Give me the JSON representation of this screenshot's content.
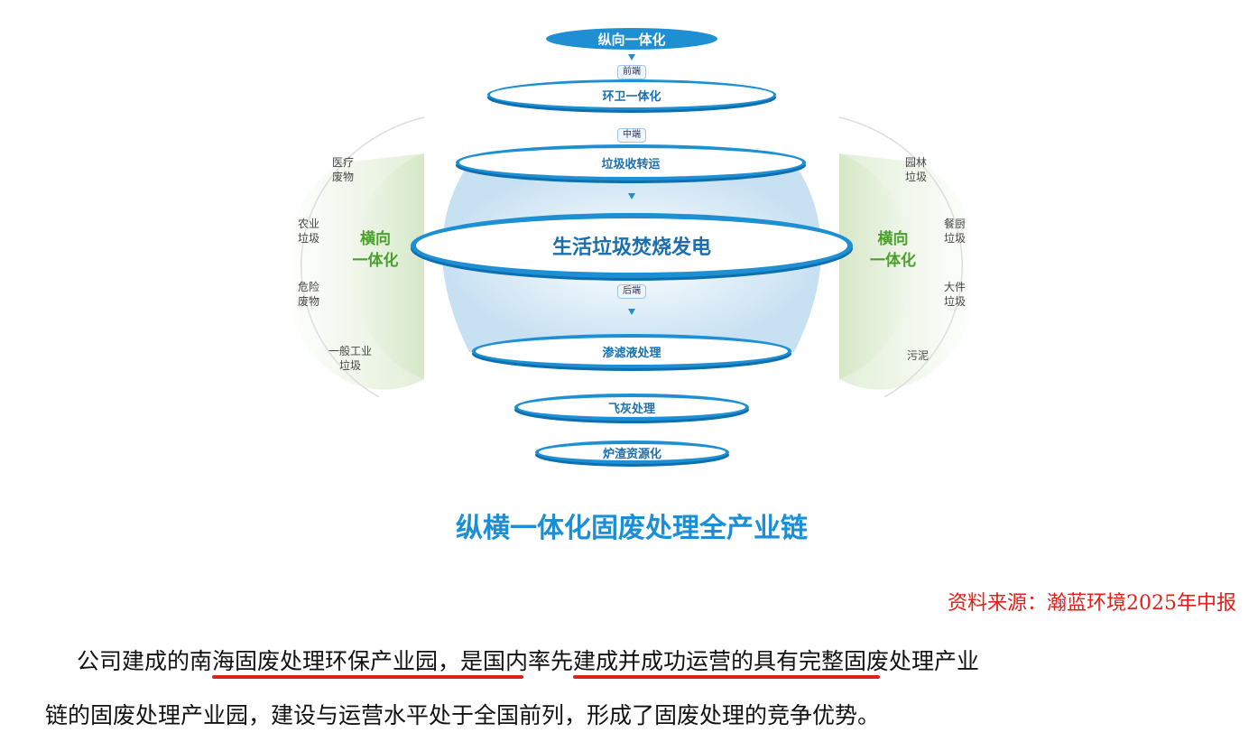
{
  "diagram": {
    "top": "纵向一体化",
    "tags": [
      "前端",
      "中端",
      "后端"
    ],
    "stages": [
      "环卫一体化",
      "垃圾收转运",
      "生活垃圾焚烧发电",
      "渗滤液处理",
      "飞灰处理",
      "炉渣资源化"
    ],
    "horizontal": "横向一体化",
    "horizontal_l1": "横向",
    "horizontal_l2": "一体化",
    "left_items": [
      [
        "医疗",
        "废物"
      ],
      [
        "农业",
        "垃圾"
      ],
      [
        "危险",
        "废物"
      ],
      [
        "一般工业",
        "垃圾"
      ]
    ],
    "right_items": [
      [
        "园林",
        "垃圾"
      ],
      [
        "餐厨",
        "垃圾"
      ],
      [
        "大件",
        "垃圾"
      ],
      [
        "污泥",
        ""
      ]
    ],
    "title": "纵横一体化固废处理全产业链"
  },
  "source": "资料来源：瀚蓝环境2025年中报",
  "paragraph": {
    "line1": "公司建成的南海固废处理环保产业园，是国内率先建成并成功运营的具有完整固废处理产业",
    "line2": "链的固废处理产业园，建设与运营水平处于全国前列，形成了固废处理的竞争优势。"
  }
}
